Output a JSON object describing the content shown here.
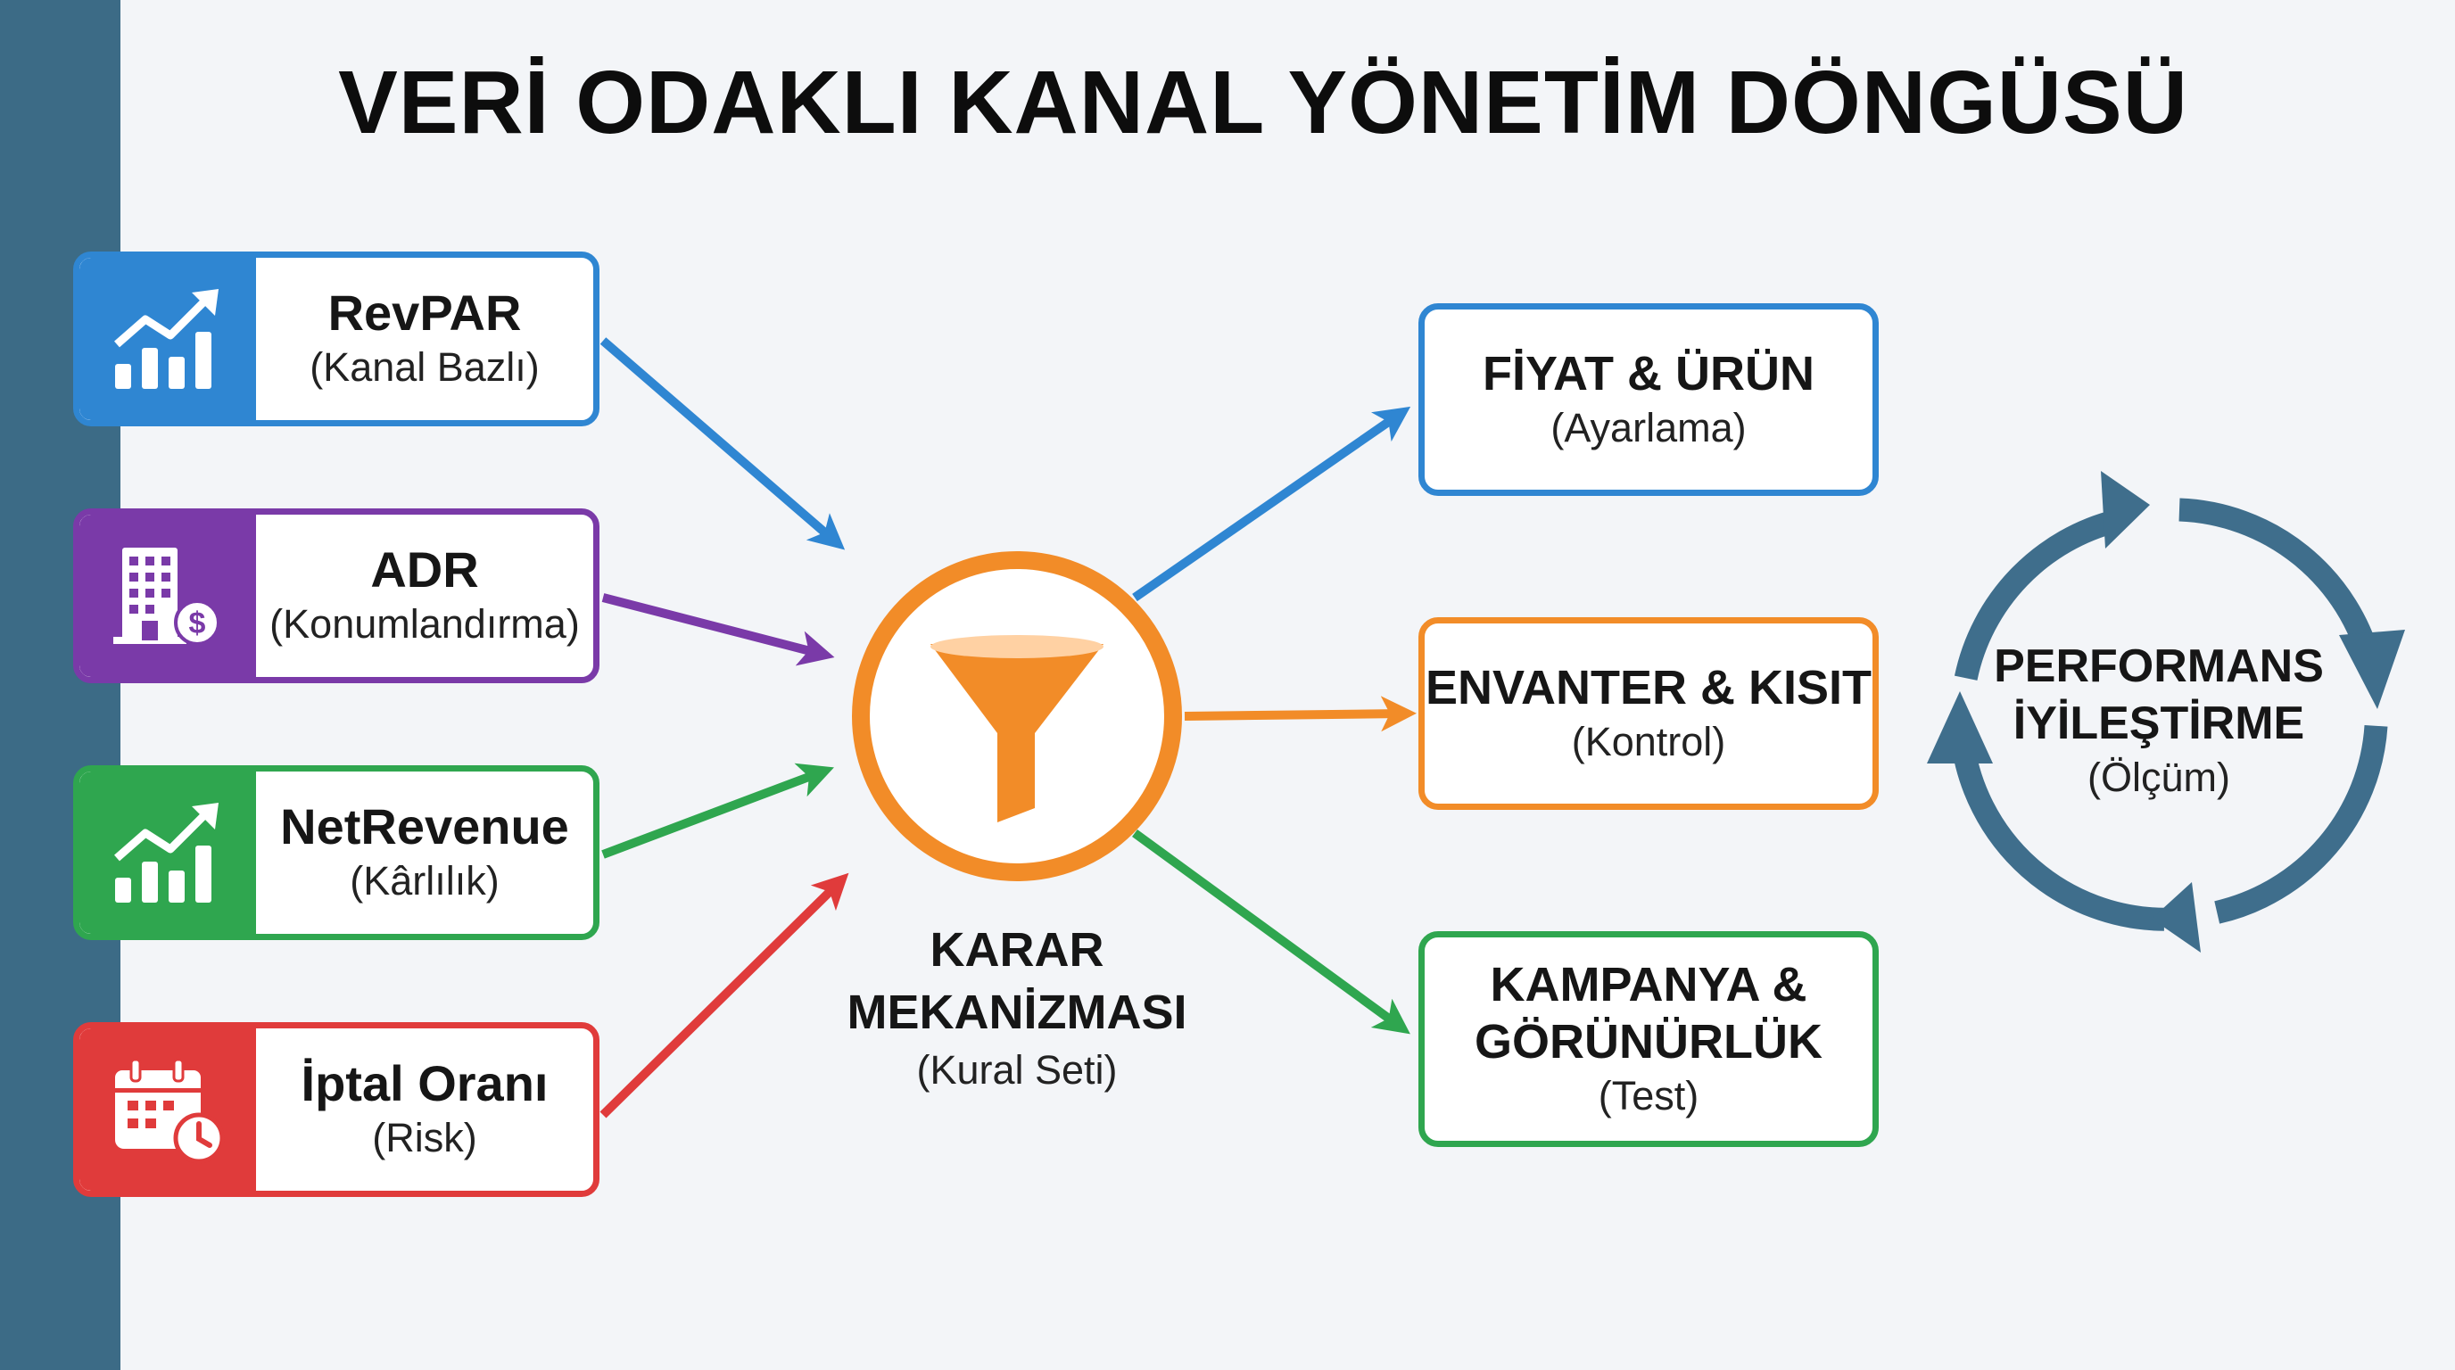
{
  "title": "VERİ ODAKLI KANAL YÖNETİM DÖNGÜSÜ",
  "colors": {
    "blue": "#2f86d2",
    "purple": "#7a3aa8",
    "green": "#2fa64f",
    "red": "#e03b3b",
    "orange": "#f28c28",
    "cycle": "#3f6e8c",
    "sidebar": "#3c6b86"
  },
  "inputs": [
    {
      "label": "RevPAR",
      "sub": "(Kanal Bazlı)",
      "icon": "chart-growth-icon",
      "color": "#2f86d2"
    },
    {
      "label": "ADR",
      "sub": "(Konumlandırma)",
      "icon": "building-dollar-icon",
      "color": "#7a3aa8"
    },
    {
      "label": "NetRevenue",
      "sub": "(Kârlılık)",
      "icon": "chart-growth-icon",
      "color": "#2fa64f"
    },
    {
      "label": "İptal Oranı",
      "sub": "(Risk)",
      "icon": "calendar-clock-icon",
      "color": "#e03b3b"
    }
  ],
  "center": {
    "title_line1": "KARAR",
    "title_line2": "MEKANİZMASI",
    "sub": "(Kural Seti)",
    "icon": "funnel-icon"
  },
  "outputs": [
    {
      "line1": "FİYAT & ÜRÜN",
      "line2": "",
      "sub": "(Ayarlama)",
      "color": "#2f86d2"
    },
    {
      "line1": "ENVANTER & KISIT",
      "line2": "",
      "sub": "(Kontrol)",
      "color": "#f28c28"
    },
    {
      "line1": "KAMPANYA &",
      "line2": "GÖRÜNÜRLÜK",
      "sub": "(Test)",
      "color": "#2fa64f"
    }
  ],
  "cycle": {
    "line1": "PERFORMANS",
    "line2": "İYİLEŞTİRME",
    "sub": "(Ölçüm)",
    "icon": "cycle-arrows-icon"
  }
}
